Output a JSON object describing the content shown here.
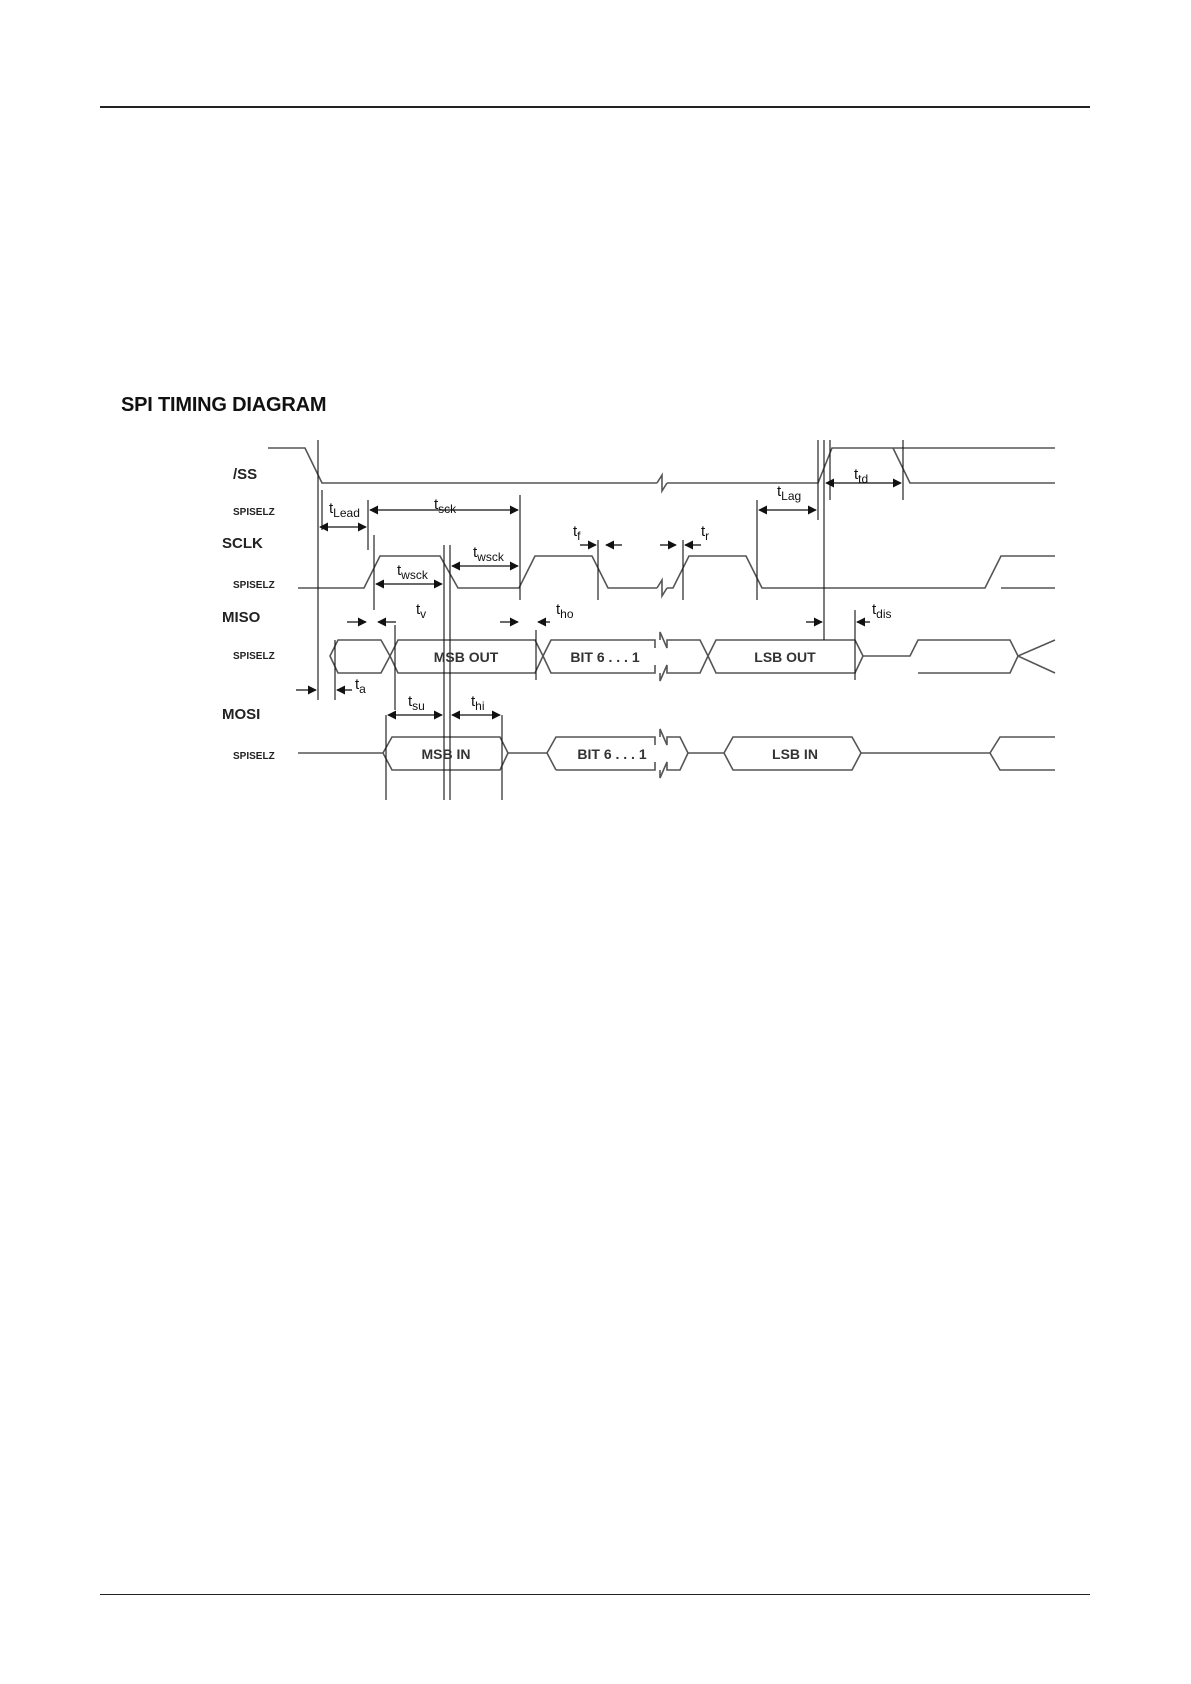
{
  "title": "SPI TIMING DIAGRAM",
  "signals": [
    {
      "name": "/SS",
      "sub": "SPISELZ"
    },
    {
      "name": "SCLK",
      "sub": "SPISELZ"
    },
    {
      "name": "MISO",
      "sub": "SPISELZ"
    },
    {
      "name": "MOSI",
      "sub": "SPISELZ"
    }
  ],
  "data_boxes": {
    "miso": [
      "MSB OUT",
      "BIT 6 . . . 1",
      "LSB OUT"
    ],
    "mosi": [
      "MSB IN",
      "BIT 6 . . . 1",
      "LSB IN"
    ]
  },
  "timing_params": {
    "lead": {
      "main": "t",
      "sub": "Lead"
    },
    "sck": {
      "main": "t",
      "sub": "sck"
    },
    "wsck1": {
      "main": "t",
      "sub": "wsck"
    },
    "wsck2": {
      "main": "t",
      "sub": "wsck"
    },
    "f": {
      "main": "t",
      "sub": "f"
    },
    "r": {
      "main": "t",
      "sub": "r"
    },
    "lag": {
      "main": "t",
      "sub": "Lag"
    },
    "td": {
      "main": "t",
      "sub": "td"
    },
    "v": {
      "main": "t",
      "sub": "v"
    },
    "ho": {
      "main": "t",
      "sub": "ho"
    },
    "dis": {
      "main": "t",
      "sub": "dis"
    },
    "a": {
      "main": "t",
      "sub": "a"
    },
    "su": {
      "main": "t",
      "sub": "su"
    },
    "hi": {
      "main": "t",
      "sub": "hi"
    }
  },
  "colors": {
    "line": "#555555",
    "text": "#222222"
  }
}
